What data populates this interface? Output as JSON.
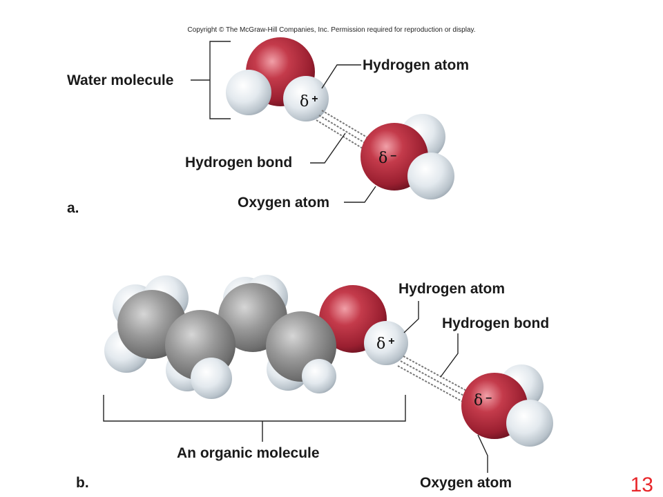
{
  "copyright": "Copyright © The McGraw-Hill Companies, Inc. Permission required for reproduction or display.",
  "slide_number": "13",
  "panel_a": {
    "letter": "a.",
    "water_molecule": "Water molecule",
    "hydrogen_atom": "Hydrogen atom",
    "hydrogen_bond": "Hydrogen bond",
    "oxygen_atom": "Oxygen atom",
    "delta": "δ",
    "plus": "+",
    "minus": "–"
  },
  "panel_b": {
    "letter": "b.",
    "hydrogen_atom": "Hydrogen atom",
    "hydrogen_bond": "Hydrogen bond",
    "organic_molecule": "An organic molecule",
    "oxygen_atom": "Oxygen atom",
    "delta": "δ",
    "plus": "+",
    "minus": "–"
  },
  "colors": {
    "oxygen": "#b52a3a",
    "hydrogen": "#e6ecf0",
    "carbon": "#8a8a8a",
    "slide_number": "#e8262a"
  }
}
